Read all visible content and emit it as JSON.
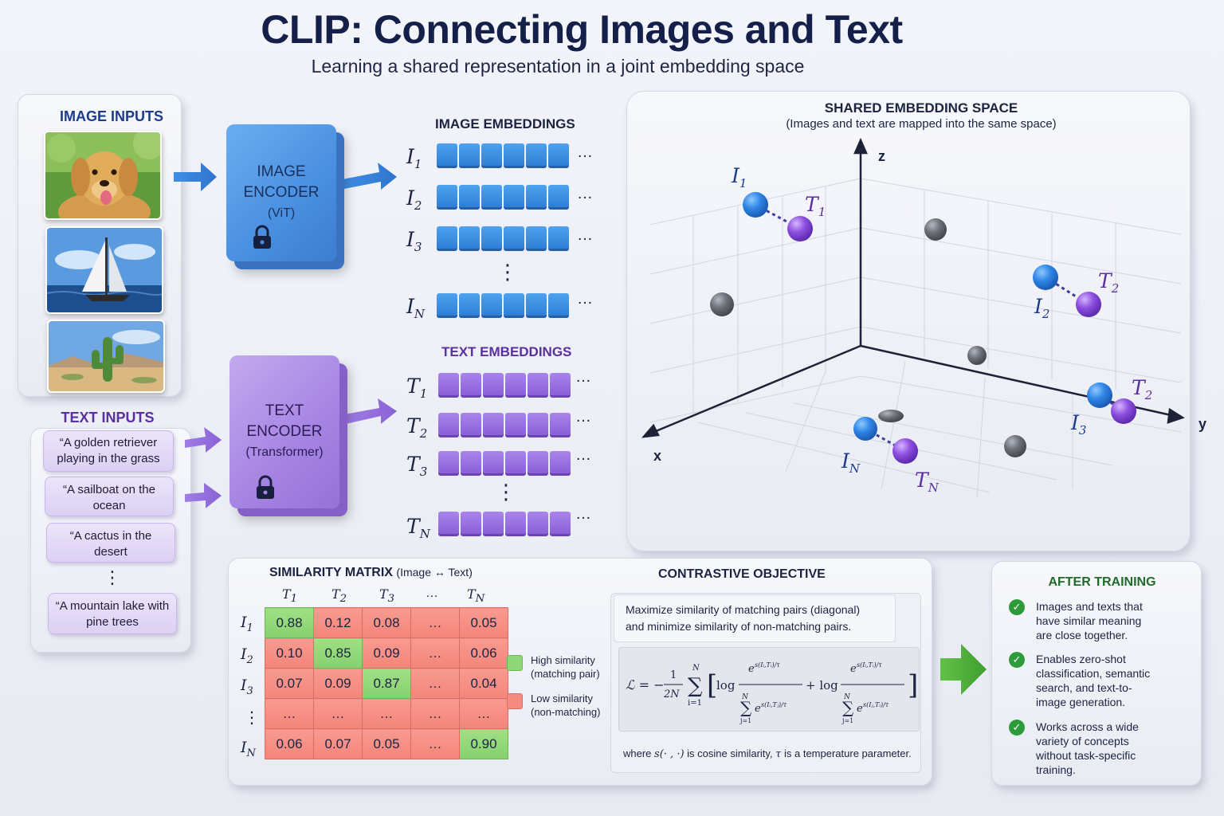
{
  "header": {
    "title": "CLIP: Connecting Images and Text",
    "subtitle": "Learning a shared representation in a joint embedding space"
  },
  "image_inputs": {
    "heading": "IMAGE INPUTS"
  },
  "text_inputs": {
    "heading": "TEXT INPUTS",
    "items": [
      "“A golden retriever playing in the grass",
      "“A sailboat on the ocean",
      "“A cactus in the desert",
      "“A mountain lake with pine trees"
    ],
    "ellipsis": "⋮"
  },
  "image_encoder": {
    "line1": "IMAGE",
    "line2": "ENCODER",
    "line3": "(ViT)"
  },
  "text_encoder": {
    "line1": "TEXT",
    "line2": "ENCODER",
    "line3": "(Transformer)"
  },
  "image_embeddings": {
    "heading": "IMAGE EMBEDDINGS",
    "rows": [
      {
        "letter": "I",
        "sub": "1"
      },
      {
        "letter": "I",
        "sub": "2"
      },
      {
        "letter": "I",
        "sub": "3"
      },
      {
        "letter": "I",
        "sub": "N"
      }
    ],
    "more": "…",
    "vdots": "⋮"
  },
  "text_embeddings": {
    "heading": "TEXT EMBEDDINGS",
    "rows": [
      {
        "letter": "T",
        "sub": "1"
      },
      {
        "letter": "T",
        "sub": "2"
      },
      {
        "letter": "T",
        "sub": "3"
      },
      {
        "letter": "T",
        "sub": "N"
      }
    ],
    "more": "…",
    "vdots": "⋮"
  },
  "embedding_space": {
    "heading": "SHARED EMBEDDING SPACE",
    "subheading": "(Images and text are mapped into the same space)",
    "axis_x": "x",
    "axis_y": "y",
    "axis_z": "z",
    "labels": [
      {
        "letter": "I",
        "sub": "1"
      },
      {
        "letter": "T",
        "sub": "1"
      },
      {
        "letter": "I",
        "sub": "2"
      },
      {
        "letter": "T",
        "sub": "2"
      },
      {
        "letter": "I",
        "sub": "3"
      },
      {
        "letter": "T",
        "sub": "2"
      },
      {
        "letter": "I",
        "sub": "N"
      },
      {
        "letter": "T",
        "sub": "N"
      }
    ]
  },
  "similarity": {
    "heading": "SIMILARITY MATRIX",
    "heading_note": "(Image ↔ Text)",
    "col_headers": [
      "T1",
      "T2",
      "T3",
      "…",
      "TN"
    ],
    "row_headers": [
      "I1",
      "I2",
      "I3",
      "⋮",
      "IN"
    ],
    "cells": [
      [
        "0.88",
        "0.12",
        "0.08",
        "…",
        "0.05"
      ],
      [
        "0.10",
        "0.85",
        "0.09",
        "…",
        "0.06"
      ],
      [
        "0.07",
        "0.09",
        "0.87",
        "…",
        "0.04"
      ],
      [
        "…",
        "…",
        "…",
        "…",
        "…"
      ],
      [
        "0.06",
        "0.07",
        "0.05",
        "…",
        "0.90"
      ]
    ],
    "highlight": [
      [
        0,
        0
      ],
      [
        1,
        1
      ],
      [
        2,
        2
      ],
      [
        4,
        4
      ]
    ],
    "legend_high_1": "High similarity",
    "legend_high_2": "(matching pair)",
    "legend_low_1": "Low similarity",
    "legend_low_2": "(non-matching)",
    "colors": {
      "high": "#8fd676",
      "low": "#f58b80"
    }
  },
  "contrastive": {
    "heading": "CONTRASTIVE OBJECTIVE",
    "desc_1": "Maximize similarity of matching pairs (diagonal)",
    "desc_2": "and minimize similarity of non-matching pairs.",
    "where_1": "where",
    "where_2": "is cosine similarity,",
    "where_3": "is a temperature parameter.",
    "formula": {
      "lhs": "ℒ = −",
      "frac_num": "1",
      "frac_den": "2N",
      "sum_top": "N",
      "sum_bot": "i=1",
      "log": "log",
      "plus": "+ log",
      "sum2_top": "N",
      "sum2_bot": "j=1",
      "sum3_top": "N",
      "sum3_bot": "j=1",
      "num_exp_1": "s(Iᵢ,Tᵢ)/τ",
      "den_exp_1": "s(Iᵢ,Tⱼ)/τ",
      "num_exp_2": "s(Iᵢ,Tᵢ)/τ",
      "den_exp_2": "s(Iⱼ,Tᵢ)/τ",
      "e": "e",
      "s_fn": "s(· , ·)",
      "tau": "τ"
    }
  },
  "after_training": {
    "heading": "AFTER TRAINING",
    "items": [
      {
        "l1": "Images and texts that",
        "l2": "have similar meaning",
        "l3": "are close together.",
        "l4": ""
      },
      {
        "l1": "Enables zero-shot",
        "l2": "classification, semantic",
        "l3": "search, and text-to-",
        "l4": "image generation."
      },
      {
        "l1": "Works across a wide",
        "l2": "variety of concepts",
        "l3": "without task-specific",
        "l4": "training."
      }
    ],
    "check_glyph": "✓"
  }
}
